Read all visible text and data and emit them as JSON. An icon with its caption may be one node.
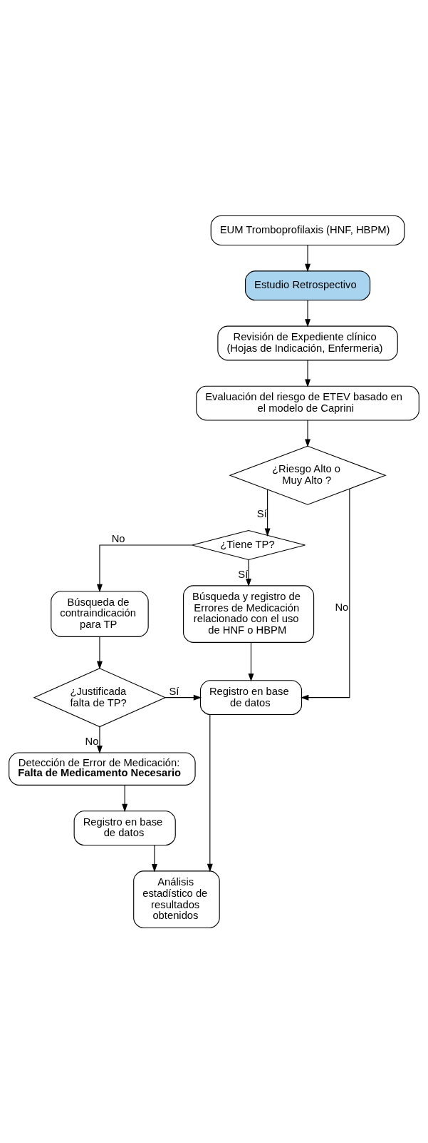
{
  "diagram": {
    "nodes": [
      {
        "text": [
          "EUM Tromboprofilaxis (HNF, HBPM)"
        ]
      },
      {
        "text": [
          "Estudio Retrospectivo"
        ]
      },
      {
        "text": [
          "Revisión de Expediente clínico (Hojas de Indicación, Enfermeria)"
        ]
      },
      {
        "text": [
          "Evaluación del riesgo de ETEV basado en el modelo de Caprini"
        ]
      },
      {
        "text": [
          "¿Riesgo Alto o Muy Alto ?"
        ]
      },
      {
        "text": [
          "¿Tiene TP?"
        ]
      },
      {
        "text": [
          "Búsqueda y registro de Errores de Medicación relacionado con el uso de HNF o HBPM"
        ]
      },
      {
        "text": [
          "Búsqueda de contraindicación para TP"
        ]
      },
      {
        "text": [
          "Registro en base de datos"
        ]
      },
      {
        "text": [
          "¿Justificada falta de TP?"
        ]
      },
      {
        "text": [
          "Detección de Error de Medicación:",
          "Falta de Medicamento Necesario"
        ]
      },
      {
        "text": [
          "Registro en base de datos"
        ]
      },
      {
        "text": [
          "Análisis estadístico de resultados obtenidos"
        ]
      }
    ],
    "edges": [
      {
        "from": 0,
        "to": 1,
        "arrow": "to"
      },
      {
        "from": 1,
        "to": 2,
        "arrow": "to"
      },
      {
        "from": 2,
        "to": 3,
        "arrow": "to"
      },
      {
        "from": 3,
        "to": 4,
        "arrow": "to"
      },
      {
        "from": 4,
        "to": 5,
        "arrow": "to",
        "label": "Sí"
      },
      {
        "from": 4,
        "to": 8,
        "arrow": "to",
        "label": "No"
      },
      {
        "from": 5,
        "to": 6,
        "arrow": "to",
        "label": "Sí"
      },
      {
        "from": 5,
        "to": 7,
        "arrow": "to",
        "label": "No"
      },
      {
        "from": 6,
        "to": 8,
        "arrow": "to"
      },
      {
        "from": 7,
        "to": 9,
        "arrow": "to"
      },
      {
        "from": 9,
        "to": 8,
        "arrow": "to",
        "label": "Sí"
      },
      {
        "from": 9,
        "to": 10,
        "arrow": "to",
        "label": "No"
      },
      {
        "from": 10,
        "to": 11,
        "arrow": "to"
      },
      {
        "from": 8,
        "to": 12,
        "arrow": "to"
      },
      {
        "from": 11,
        "to": 12,
        "arrow": "to"
      }
    ]
  }
}
